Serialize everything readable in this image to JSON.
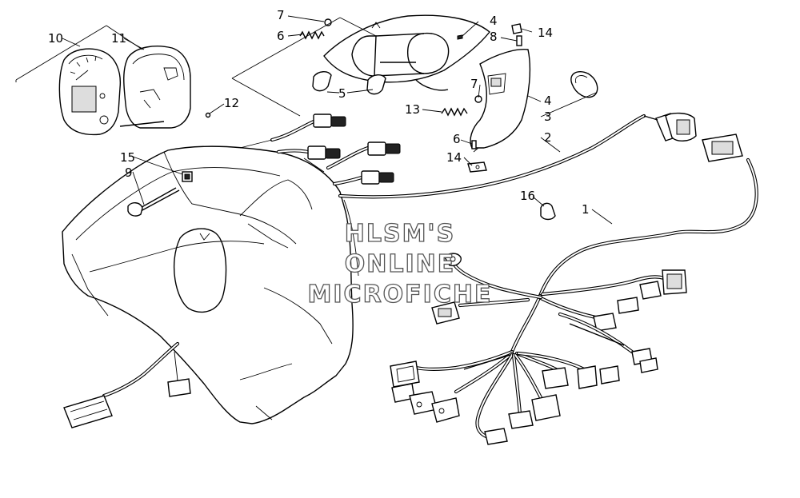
{
  "callouts": [
    {
      "id": "c10",
      "text": "10"
    },
    {
      "id": "c11",
      "text": "11"
    },
    {
      "id": "c12",
      "text": "12"
    },
    {
      "id": "c7a",
      "text": "7"
    },
    {
      "id": "c6a",
      "text": "6"
    },
    {
      "id": "c5",
      "text": "5"
    },
    {
      "id": "c4a",
      "text": "4"
    },
    {
      "id": "c8",
      "text": "8"
    },
    {
      "id": "c14a",
      "text": "14"
    },
    {
      "id": "c7b",
      "text": "7"
    },
    {
      "id": "c13",
      "text": "13"
    },
    {
      "id": "c4b",
      "text": "4"
    },
    {
      "id": "c3",
      "text": "3"
    },
    {
      "id": "c2",
      "text": "2"
    },
    {
      "id": "c6b",
      "text": "6"
    },
    {
      "id": "c14b",
      "text": "14"
    },
    {
      "id": "c15",
      "text": "15"
    },
    {
      "id": "c9",
      "text": "9"
    },
    {
      "id": "c16",
      "text": "16"
    },
    {
      "id": "c1",
      "text": "1"
    }
  ],
  "watermark": {
    "line1": "HLSM'S",
    "line2": "ONLINE",
    "line3": "MICROFICHE"
  },
  "colors": {
    "ink": "#000000",
    "background": "#ffffff",
    "watermark_outline": "#555555"
  }
}
